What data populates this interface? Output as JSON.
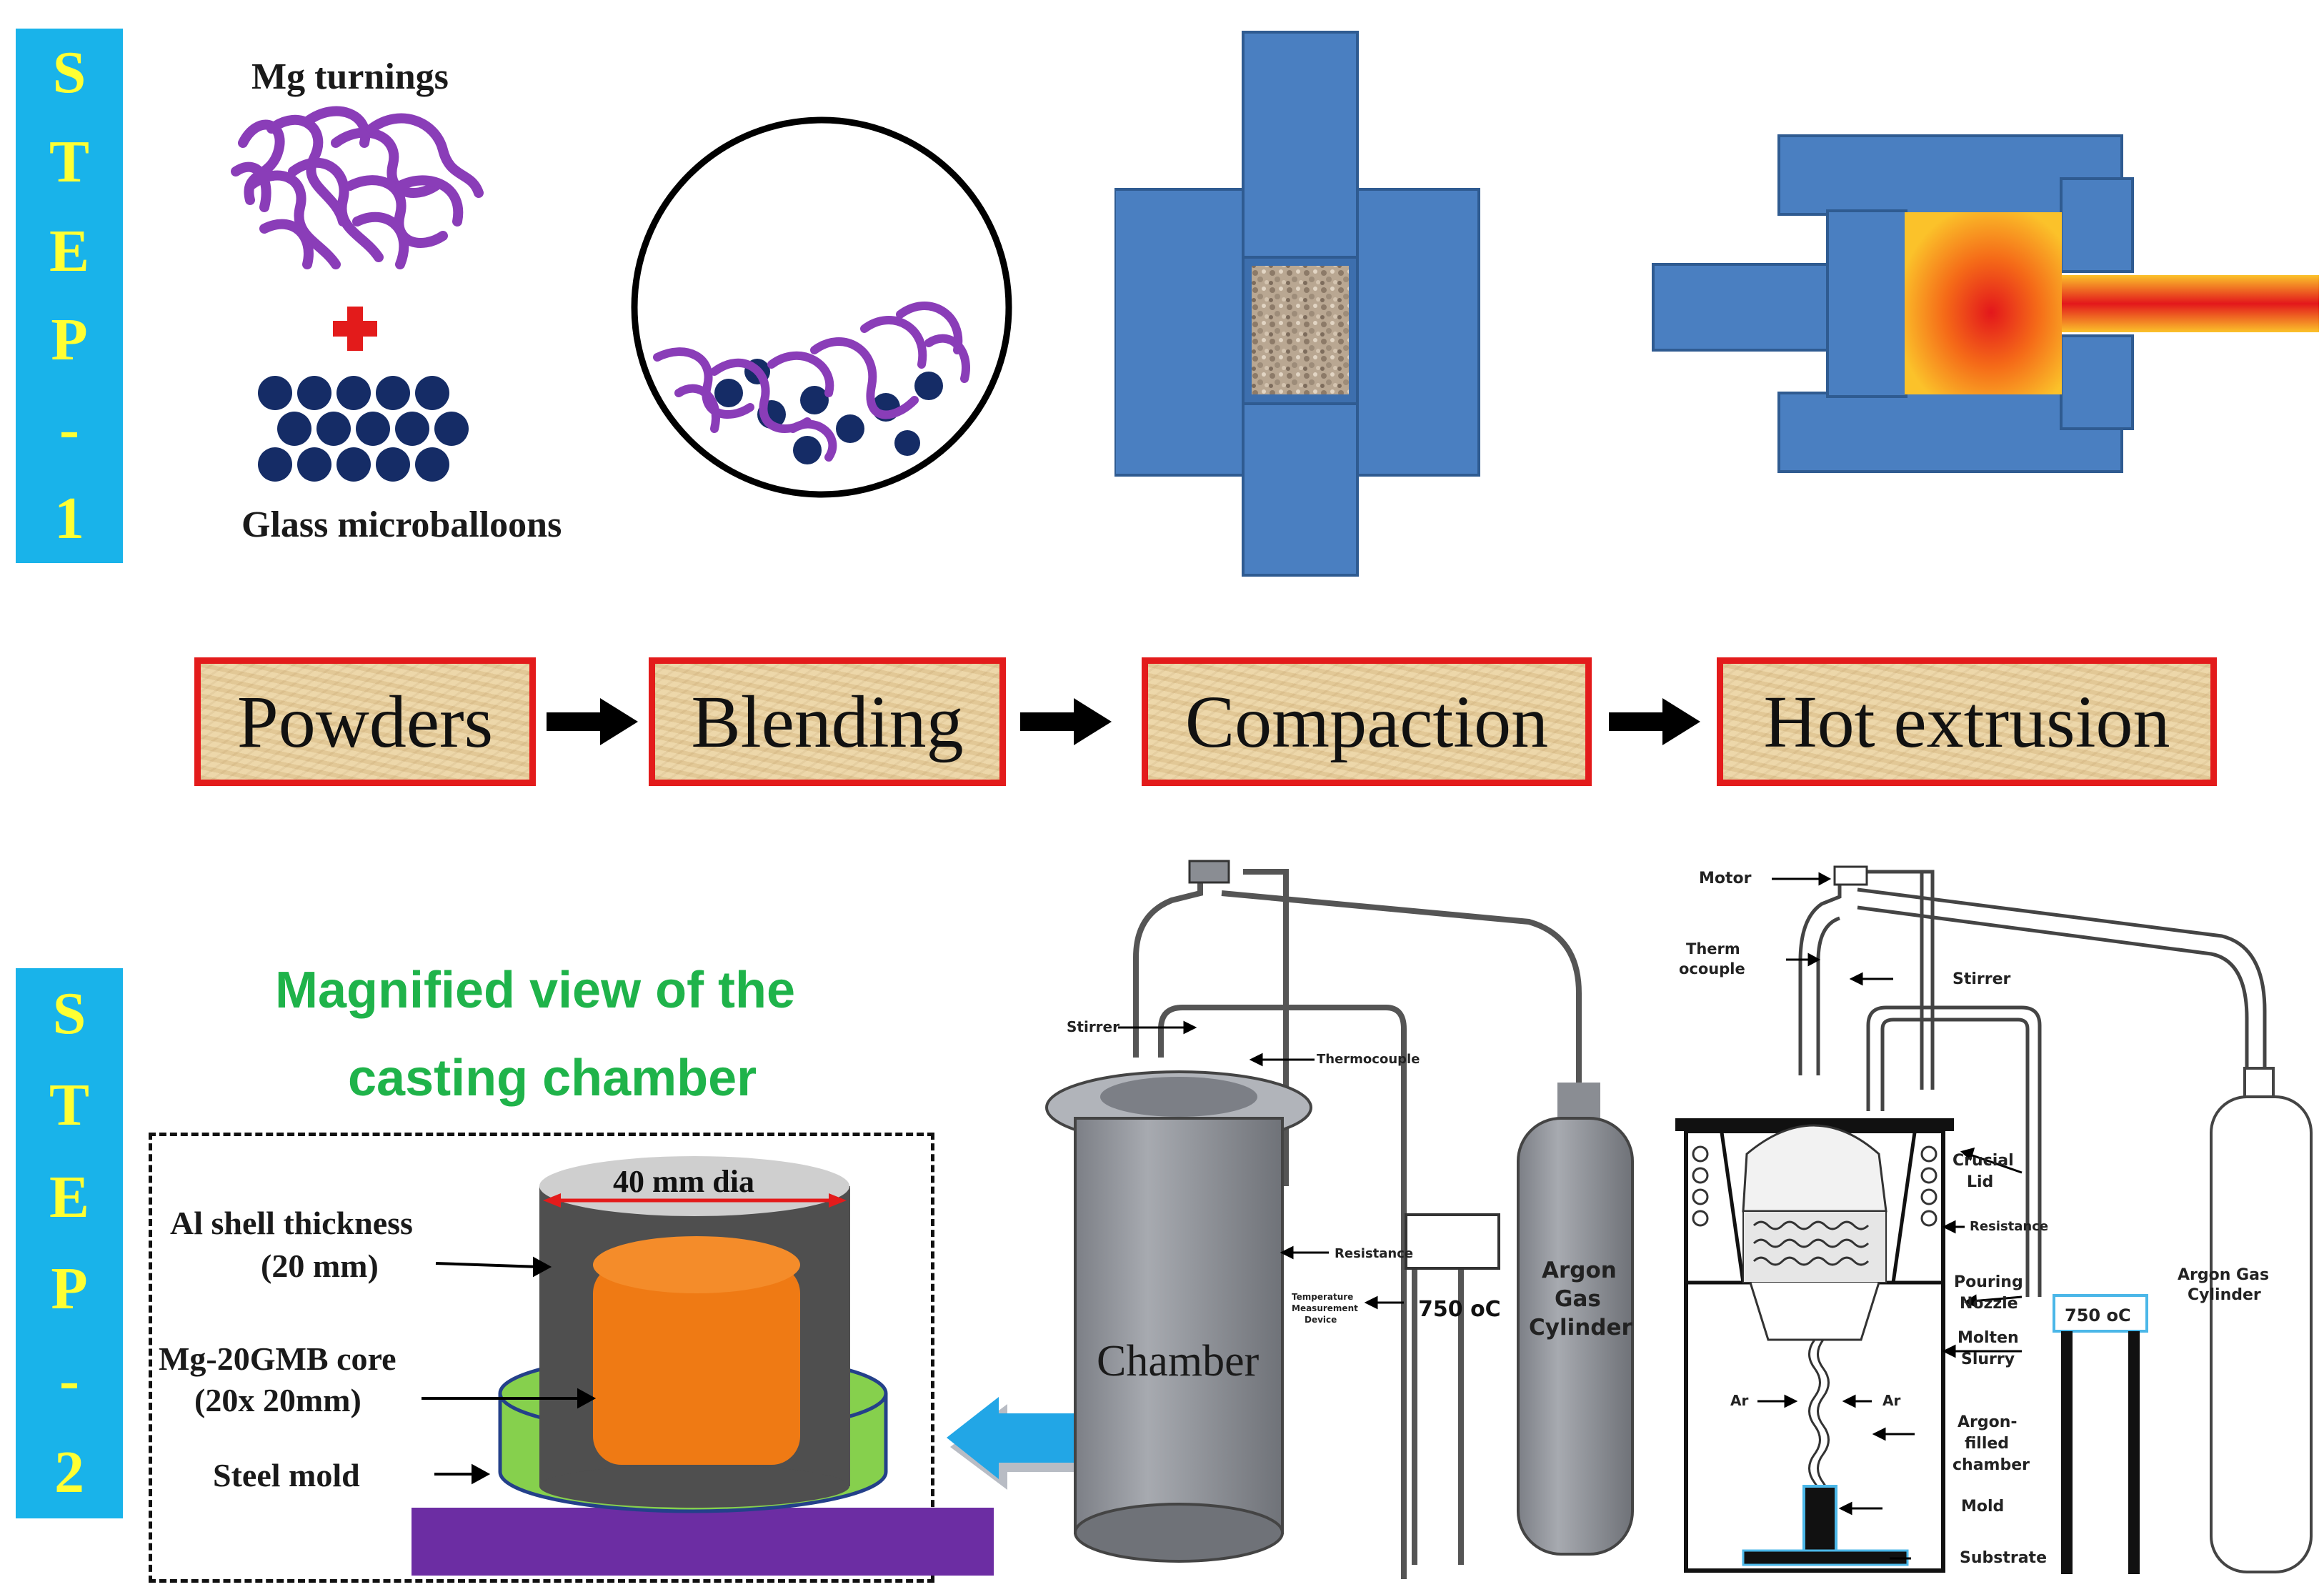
{
  "step1": {
    "letters": [
      "S",
      "T",
      "E",
      "P",
      "-",
      "1"
    ]
  },
  "step2": {
    "letters": [
      "S",
      "T",
      "E",
      "P",
      "-",
      "2"
    ]
  },
  "powders": {
    "mg_label": "Mg turnings",
    "glass_label": "Glass microballoons"
  },
  "stages": [
    "Powders",
    "Blending",
    "Compaction",
    "Hot extrusion"
  ],
  "magnified": {
    "title_line1": "Magnified view of the",
    "title_line2": "casting chamber",
    "dia_label": "40 mm dia",
    "shell_line1": "Al shell thickness",
    "shell_line2": "(20 mm)",
    "core_line1": "Mg-20GMB core",
    "core_line2": "(20x 20mm)",
    "mold_label": "Steel mold"
  },
  "apparatus": {
    "stirrer": "Stirrer",
    "thermocouple": "Thermocouple",
    "resistance": "Resistance",
    "temp_device_line1": "Temperature",
    "temp_device_line2": "Measurement",
    "temp_device_line3": "Device",
    "temp_readout": "750 oC",
    "chamber": "Chamber",
    "gas_line1": "Argon",
    "gas_line2": "Gas",
    "gas_line3": "Cylinder"
  },
  "schematic": {
    "motor": "Motor",
    "thermocouple_line1": "Therm",
    "thermocouple_line2": "ocouple",
    "stirrer": "Stirrer",
    "crucial_line1": "Crucial",
    "crucial_line2": "Lid",
    "resistance": "Resistance",
    "pouring_line1": "Pouring",
    "pouring_line2": "Nozzle",
    "molten_line1": "Molten",
    "molten_line2": "Slurry",
    "ar_left": "Ar",
    "ar_right": "Ar",
    "argon_line1": "Argon-",
    "argon_line2": "filled",
    "argon_line3": "chamber",
    "mold": "Mold",
    "substrate": "Substrate",
    "temp_readout": "750 oC",
    "gas_line1": "Argon Gas",
    "gas_line2": "Cylinder"
  },
  "colors": {
    "step_bar": "#19b3ea",
    "step_text": "#ffff33",
    "press_blue": "#4a7fc1",
    "mg_purple": "#8a3db8",
    "balloon_navy": "#152c66",
    "stage_border": "#e31b1b",
    "label_green": "#1fb34a"
  }
}
